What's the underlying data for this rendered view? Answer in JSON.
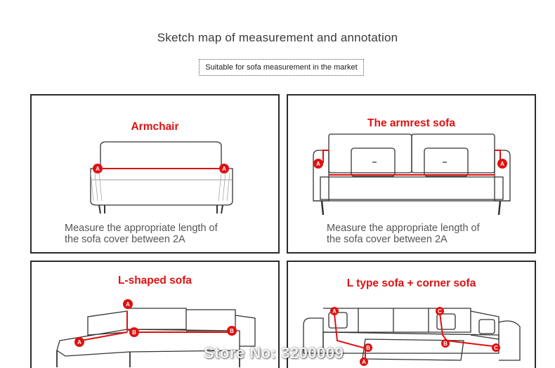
{
  "header": {
    "title": "Sketch map of measurement and annotation",
    "subtitle": "Suitable for sofa measurement in the market"
  },
  "panels": [
    {
      "title": "Armchair",
      "caption_line1": "Measure the appropriate length of",
      "caption_line2": "the sofa cover between 2A",
      "markers": [
        "A",
        "A"
      ]
    },
    {
      "title": "The armrest sofa",
      "caption_line1": "Measure the appropriate length of",
      "caption_line2": "the sofa cover between 2A",
      "markers": [
        "A",
        "A"
      ]
    },
    {
      "title": "L-shaped sofa",
      "markers": [
        "A",
        "A",
        "B",
        "B"
      ]
    },
    {
      "title": "L type sofa + corner sofa",
      "markers": [
        "A",
        "A",
        "B",
        "B",
        "C",
        "C"
      ]
    }
  ],
  "watermark": "Store No: 3200009",
  "colors": {
    "accent": "#e01010",
    "marker": "#e01010",
    "border": "#2a2a2a"
  }
}
